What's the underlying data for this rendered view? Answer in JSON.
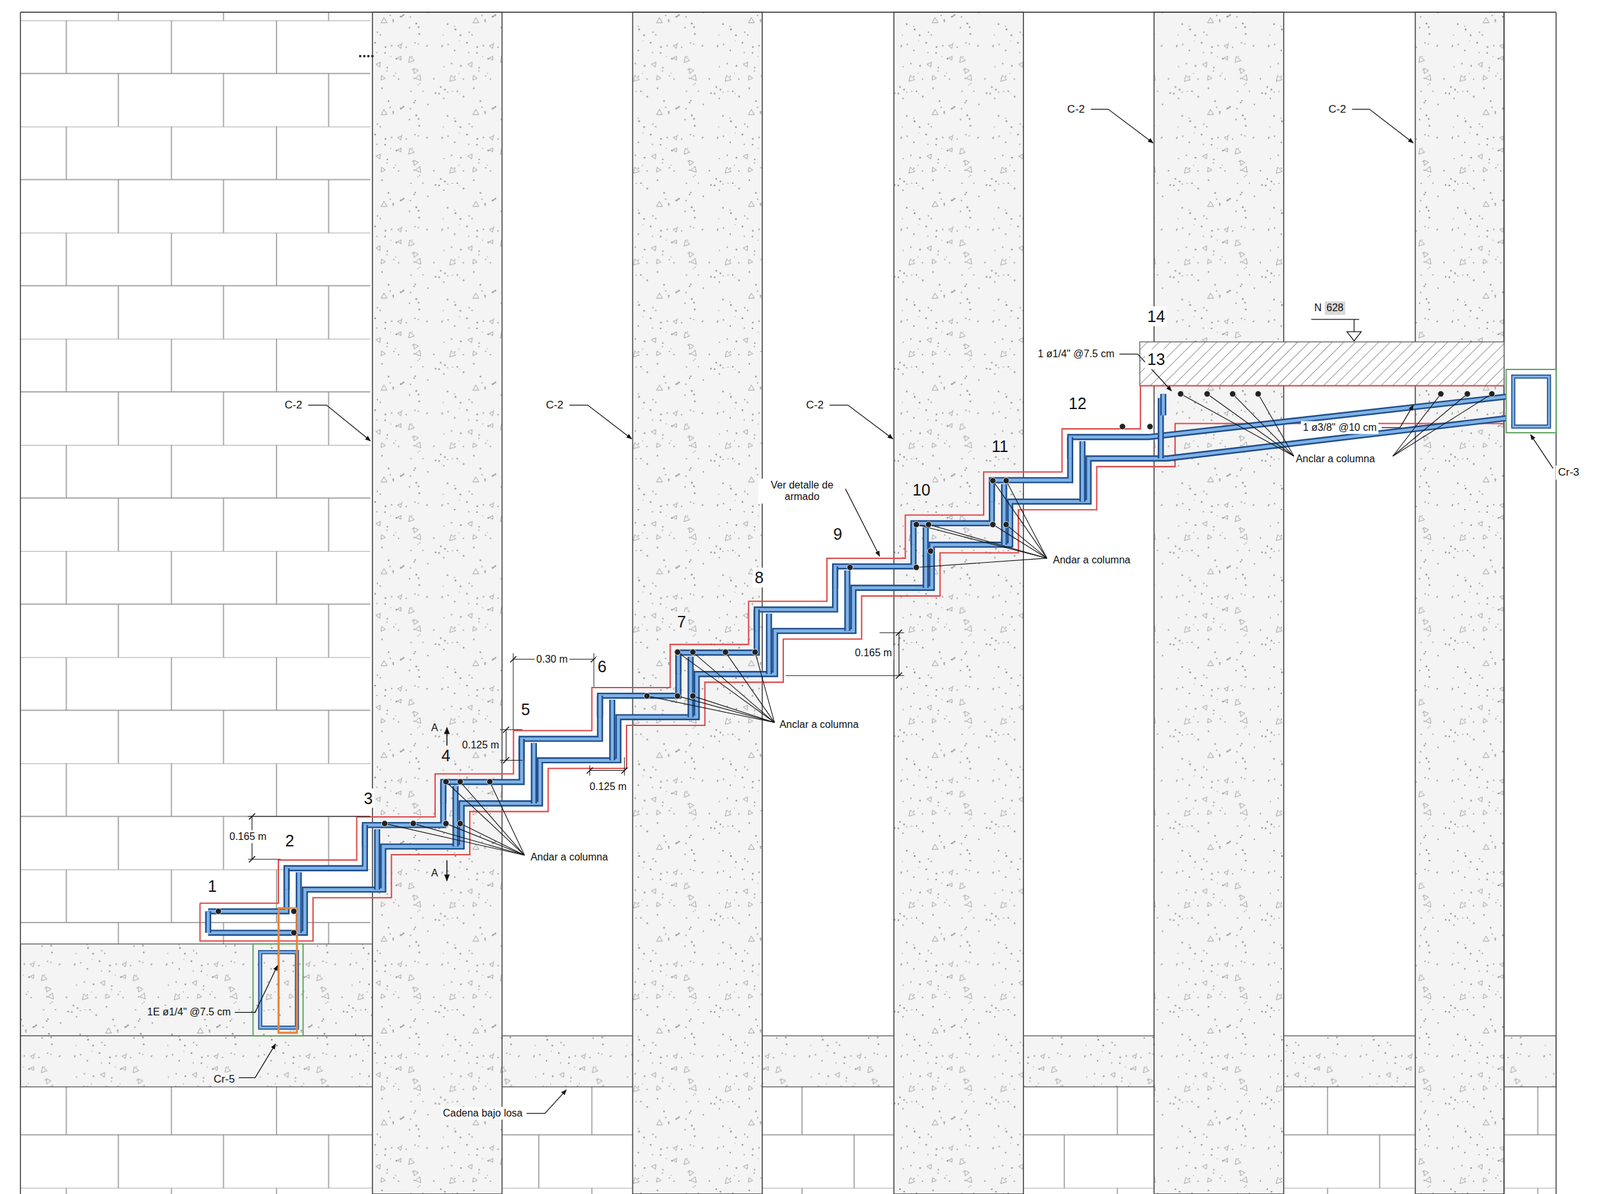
{
  "diagram": {
    "labels": [
      "C-2",
      "C-2",
      "C-2",
      "C-2",
      "C-2",
      "14",
      "N",
      "628",
      "1 ø1/4\" @7.5 cm",
      "13",
      "12",
      "1 ø3/8\" @10 cm",
      "Anclar a columna",
      "Cr-3",
      "11",
      "10",
      "Andar a columna",
      "Ver detalle de armado",
      "9",
      "8",
      "7",
      "0.165 m",
      "0.30 m",
      "6",
      "5",
      "A",
      "0.125 m",
      "4",
      "0.125 m",
      "A",
      "3",
      "0.165 m",
      "2",
      "1",
      "1E ø1/4\" @7.5 cm",
      "Cr-5",
      "Cadena bajo losa",
      "Andar a columna",
      "Anclar a columna"
    ]
  }
}
